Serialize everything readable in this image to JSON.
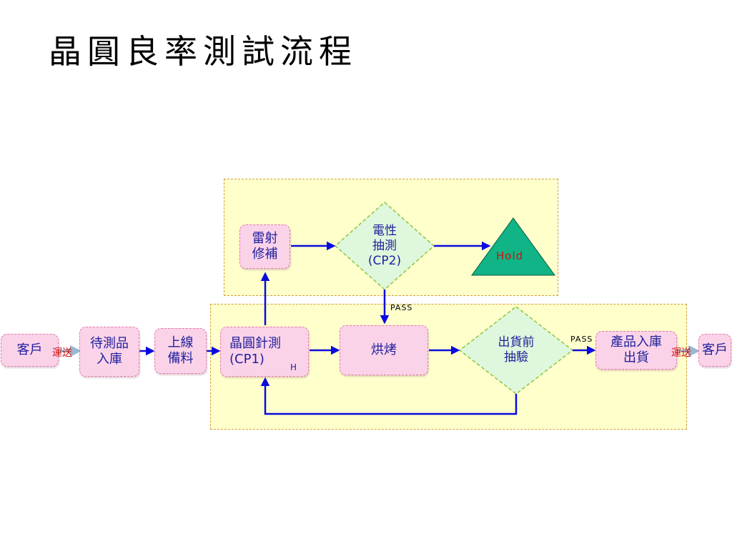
{
  "title": "晶圓良率測試流程",
  "nodes": {
    "customer_in": "客戶",
    "incoming_storage": [
      "待測品",
      "入庫"
    ],
    "line_prep": [
      "上線",
      "備料"
    ],
    "cp1": [
      "晶圓針測",
      "(CP1)"
    ],
    "laser_repair": [
      "雷射",
      "修補"
    ],
    "cp2": [
      "電性",
      "抽測",
      "(CP2)"
    ],
    "hold": "Hold",
    "hold_small": "H",
    "bake": "烘烤",
    "pre_ship_sample": [
      "出貨前",
      "抽驗"
    ],
    "finished_storage": [
      "產品入庫",
      "出貨"
    ],
    "customer_out": "客戶"
  },
  "labels": {
    "transport_in": "運送",
    "transport_out": "運送",
    "pass_cp2": "PASS",
    "pass_ship": "PASS"
  },
  "colors": {
    "arrow": "#0a0adf",
    "box_fill": "#fbd3e9",
    "box_border": "#e07cab",
    "diamond_fill": "#dff7dc",
    "diamond_border": "#8cc63e",
    "hold_fill": "#10b486",
    "region_fill": "#ffffcc",
    "text": "#1f1f9c",
    "hold_text": "#d01010"
  }
}
